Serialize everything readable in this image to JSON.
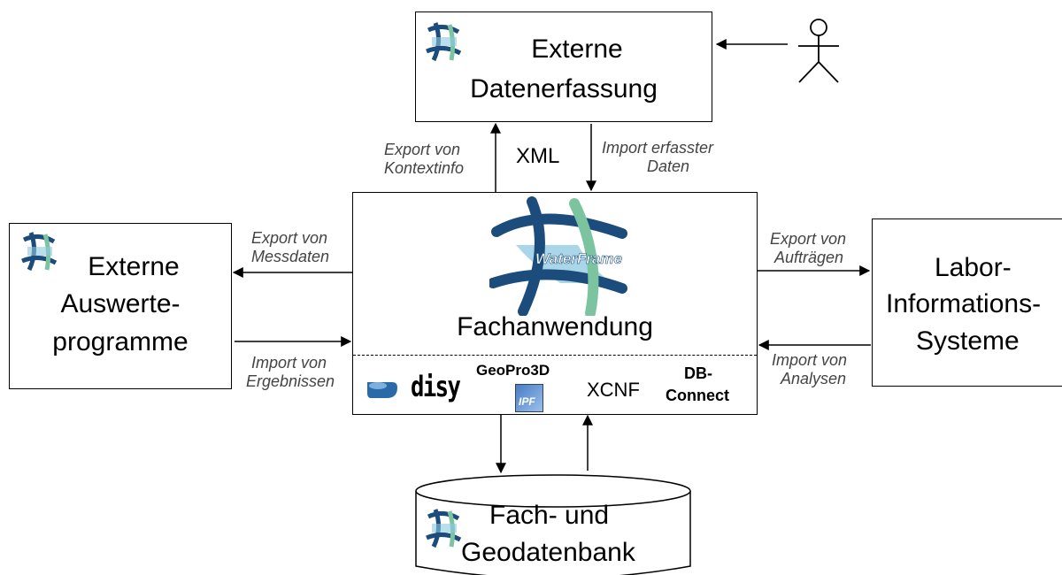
{
  "boxes": {
    "top": {
      "line1": "Externe",
      "line2": "Datenerfassung"
    },
    "left": {
      "line1": "Externe",
      "line2": "Auswerte-",
      "line3": "programme"
    },
    "right": {
      "line1": "Labor-",
      "line2": "Informations-",
      "line3": "Systeme"
    },
    "center": {
      "title": "Fachanwendung",
      "logo_text": "WaterFrame"
    },
    "database": {
      "line1": "Fach- und",
      "line2": "Geodatenbank"
    }
  },
  "center_bottom": {
    "disy": "disy",
    "geopro": "GeoPro3D",
    "ipf": "IPF",
    "xcnf": "XCNF",
    "db_connect_1": "DB-",
    "db_connect_2": "Connect"
  },
  "labels": {
    "export_kontext_1": "Export von",
    "export_kontext_2": "Kontextinfo",
    "xml": "XML",
    "import_erfasst_1": "Import erfasster",
    "import_erfasst_2": "Daten",
    "export_mess_1": "Export von",
    "export_mess_2": "Messdaten",
    "import_ergeb_1": "Import von",
    "import_ergeb_2": "Ergebnissen",
    "export_auftr_1": "Export von",
    "export_auftr_2": "Aufträgen",
    "import_analysen_1": "Import von",
    "import_analysen_2": "Analysen"
  },
  "colors": {
    "logo_dark": "#1c4c7c",
    "logo_light": "#7cc4a0",
    "logo_fill": "#8cc8e0",
    "disy_blue": "#2a6aa8"
  },
  "icons": [
    "waterframe-logo-icon",
    "actor-icon",
    "disy-logo-icon",
    "ipf-logo-icon"
  ]
}
